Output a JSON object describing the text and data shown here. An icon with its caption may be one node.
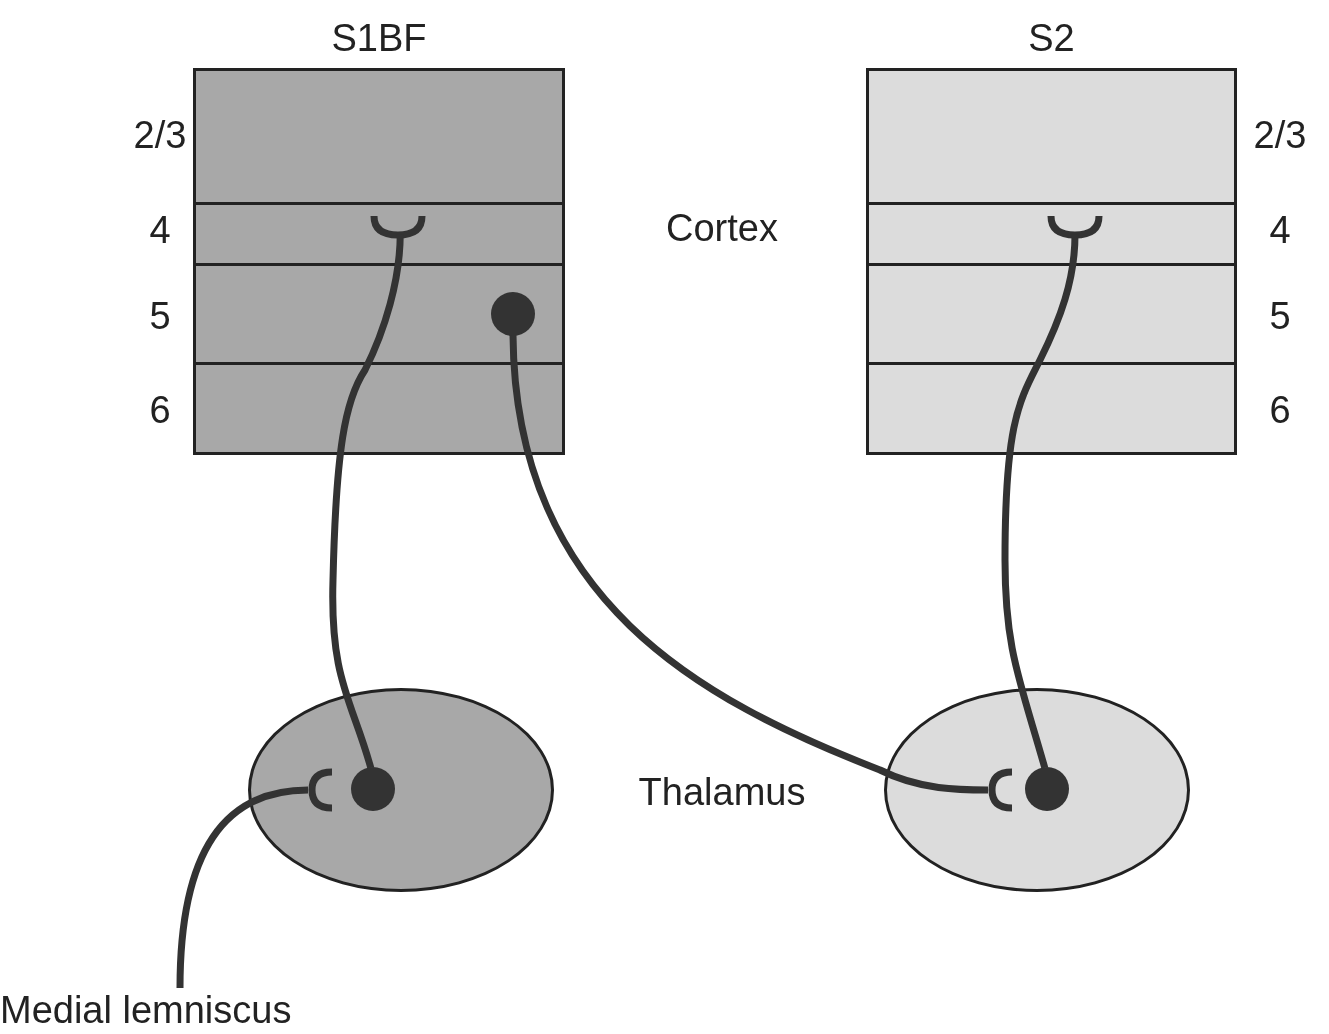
{
  "diagram": {
    "nodes": [
      {
        "text": [
          "S1BF"
        ]
      },
      {
        "text": [
          "S2"
        ]
      },
      {
        "text": [],
        "shape": "ellipse"
      },
      {
        "text": [],
        "shape": "ellipse"
      },
      {
        "text": [
          "Medial lemniscus"
        ]
      },
      {
        "text": [],
        "shape": "circle",
        "in": 0
      },
      {
        "text": [],
        "shape": "circle",
        "in": 2
      },
      {
        "text": [],
        "shape": "circle",
        "in": 3
      },
      {
        "text": [],
        "shape": "cup",
        "in": 0
      },
      {
        "text": [],
        "shape": "cup",
        "in": 1
      },
      {
        "text": [],
        "shape": "cup",
        "in": 2
      },
      {
        "text": [],
        "shape": "cup",
        "in": 3
      }
    ],
    "edges": [
      {
        "from": 4,
        "to": 10,
        "arrow": "none"
      },
      {
        "from": 6,
        "to": 8,
        "arrow": "none"
      },
      {
        "from": 5,
        "to": 11,
        "arrow": "none"
      },
      {
        "from": 7,
        "to": 9,
        "arrow": "none"
      }
    ],
    "labels": [
      "2/3",
      "4",
      "5",
      "6",
      "Cortex",
      "2/3",
      "4",
      "5",
      "6",
      "Thalamus"
    ]
  }
}
